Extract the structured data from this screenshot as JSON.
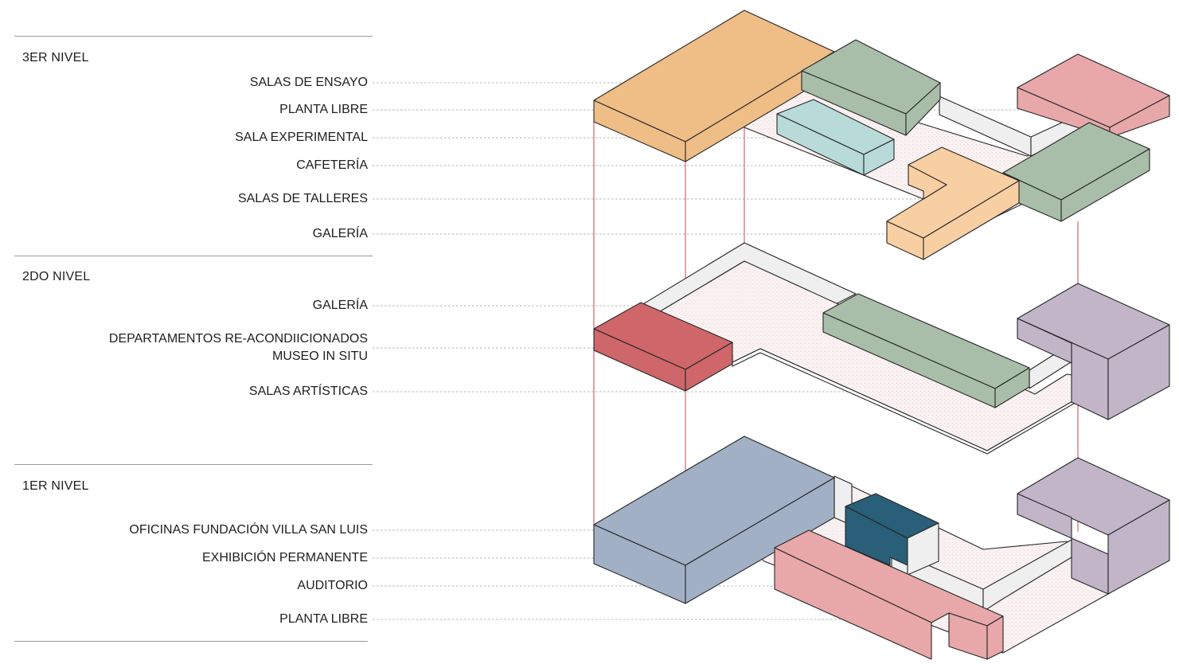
{
  "levels": {
    "third": {
      "title": "3ER NIVEL",
      "labels": [
        "SALAS DE ENSAYO",
        "PLANTA LIBRE",
        "SALA EXPERIMENTAL",
        "CAFETERÍA",
        "SALAS DE TALLERES",
        "GALERÍA"
      ]
    },
    "second": {
      "title": "2DO NIVEL",
      "labels": [
        "GALERÍA",
        "DEPARTAMENTOS RE-ACONDIICIONADOS",
        "MUSEO IN SITU",
        "SALAS ARTÍSTICAS"
      ]
    },
    "first": {
      "title": "1ER NIVEL",
      "labels": [
        "OFICINAS FUNDACIÓN VILLA SAN LUIS",
        "EXHIBICIÓN PERMANENTE",
        "AUDITORIO",
        "PLANTA LIBRE"
      ]
    }
  },
  "colors": {
    "orange": "#efbd86",
    "sage": "#a9bea8",
    "aqua": "#b8dad9",
    "peach": "#f8cfa3",
    "pink": "#e8a8aa",
    "red": "#cf6669",
    "mauve": "#c2b5c8",
    "slate": "#a1b0c5",
    "teal": "#295f78",
    "slab": "#f8efef",
    "wall": "#efefef",
    "guide": "#c9474d",
    "leader": "#b5b5b5"
  }
}
